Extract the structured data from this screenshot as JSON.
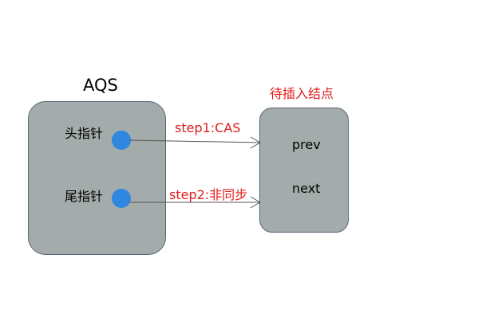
{
  "aqs": {
    "title": "AQS",
    "head_label": "头指针",
    "tail_label": "尾指针"
  },
  "node": {
    "title": "待插入结点",
    "prev_label": "prev",
    "next_label": "next"
  },
  "arrows": {
    "step1_label": "step1:CAS",
    "step2_label": "step2:非同步"
  },
  "colors": {
    "box_fill": "#a3acab",
    "box_border": "#5a6475",
    "pointer_dot": "#2f87df",
    "annotation_red": "#e01b1b"
  }
}
